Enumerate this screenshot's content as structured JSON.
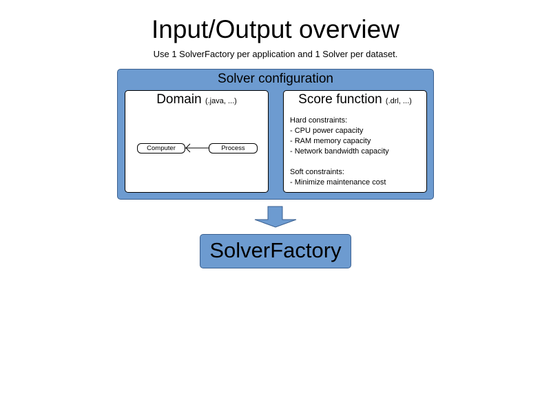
{
  "title": "Input/Output overview",
  "subtitle": "Use 1 SolverFactory per application and 1 Solver per dataset.",
  "colors": {
    "box_fill": "#6d9bd0",
    "box_border": "#3a5f8f"
  },
  "solver_configuration": {
    "title": "Solver configuration",
    "domain": {
      "title": "Domain",
      "suffix": "(.java, ...)",
      "nodes": [
        "Computer",
        "Process"
      ],
      "relation": "Process → Computer"
    },
    "score_function": {
      "title": "Score function",
      "suffix": "(.drl, ...)",
      "hard_heading": "Hard constraints:",
      "hard": [
        "- CPU power capacity",
        "- RAM memory capacity",
        "- Network bandwidth capacity"
      ],
      "soft_heading": "Soft constraints:",
      "soft": [
        "- Minimize maintenance cost"
      ]
    }
  },
  "output": {
    "label": "SolverFactory"
  }
}
